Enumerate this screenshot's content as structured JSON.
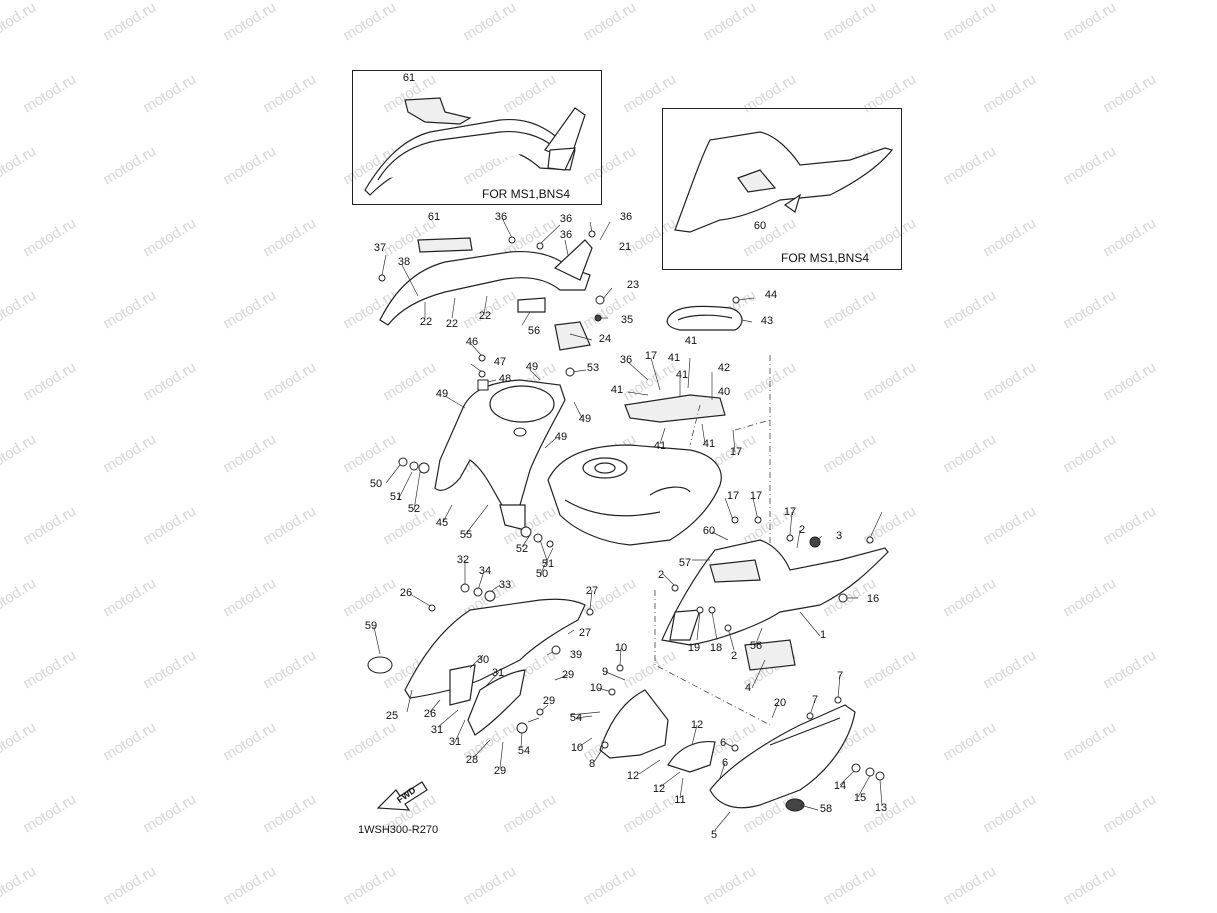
{
  "watermark": {
    "text": "motod.ru"
  },
  "insets": {
    "left_caption": "FOR MS1,BNS4",
    "right_caption": "FOR MS1,BNS4"
  },
  "fwd_arrow": {
    "label": "FWD"
  },
  "diagram_code": "1WSH300-R270",
  "callouts": {
    "c61a": "61",
    "c61b": "61",
    "c60a": "60",
    "c60b": "60",
    "c36a": "36",
    "c36b": "36",
    "c36c": "36",
    "c36d": "36",
    "c36e": "36",
    "c37": "37",
    "c38": "38",
    "c21": "21",
    "c23": "23",
    "c35": "35",
    "c22a": "22",
    "c22b": "22",
    "c22c": "22",
    "c56a": "56",
    "c56b": "56",
    "c24": "24",
    "c44": "44",
    "c43": "43",
    "c46": "46",
    "c47": "47",
    "c48": "48",
    "c49a": "49",
    "c49b": "49",
    "c49c": "49",
    "c49d": "49",
    "c53": "53",
    "c17a": "17",
    "c17b": "17",
    "c17c": "17",
    "c17d": "17",
    "c17e": "17",
    "c41a": "41",
    "c41b": "41",
    "c41c": "41",
    "c41d": "41",
    "c41e": "41",
    "c41f": "41",
    "c42": "42",
    "c40": "40",
    "c50a": "50",
    "c50b": "50",
    "c51a": "51",
    "c51b": "51",
    "c52a": "52",
    "c52b": "52",
    "c45": "45",
    "c55": "55",
    "c2a": "2",
    "c2b": "2",
    "c2c": "2",
    "c3": "3",
    "c57": "57",
    "c16": "16",
    "c1": "1",
    "c19": "19",
    "c18": "18",
    "c4": "4",
    "c32": "32",
    "c34": "34",
    "c33": "33",
    "c26a": "26",
    "c26b": "26",
    "c27a": "27",
    "c27b": "27",
    "c59": "59",
    "c39": "39",
    "c30": "30",
    "c31a": "31",
    "c31b": "31",
    "c31c": "31",
    "c29a": "29",
    "c29b": "29",
    "c29c": "29",
    "c25": "25",
    "c28": "28",
    "c54a": "54",
    "c54b": "54",
    "c10a": "10",
    "c10b": "10",
    "c10c": "10",
    "c9": "9",
    "c8": "8",
    "c12a": "12",
    "c12b": "12",
    "c12c": "12",
    "c11": "11",
    "c6a": "6",
    "c6b": "6",
    "c20": "20",
    "c7a": "7",
    "c7b": "7",
    "c14": "14",
    "c15": "15",
    "c13": "13",
    "c58": "58",
    "c5": "5"
  }
}
